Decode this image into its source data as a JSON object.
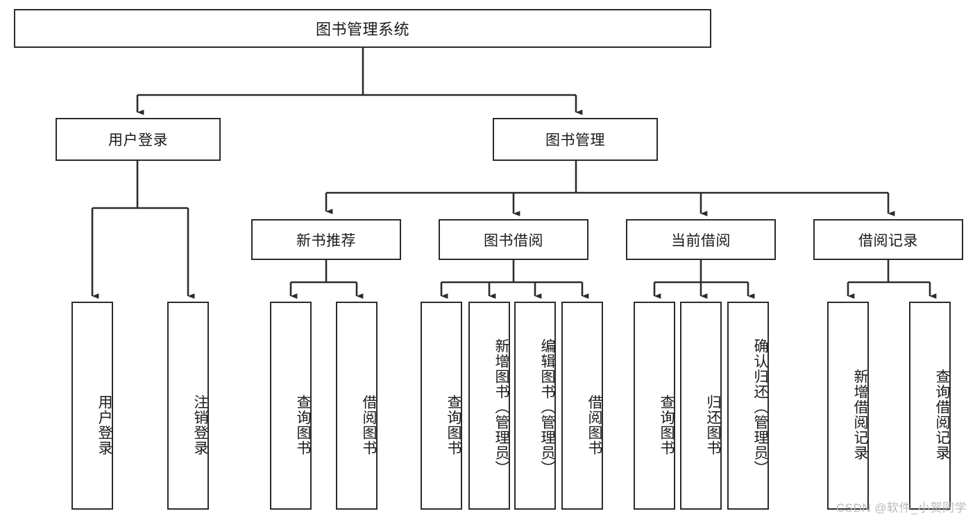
{
  "diagram": {
    "title_node": {
      "label": "图书管理系统"
    },
    "level2": [
      {
        "id": "user-login",
        "label": "用户登录"
      },
      {
        "id": "book-management",
        "label": "图书管理"
      }
    ],
    "level3": [
      {
        "id": "new-book-recommend",
        "label": "新书推荐"
      },
      {
        "id": "book-borrow",
        "label": "图书借阅"
      },
      {
        "id": "current-borrow",
        "label": "当前借阅"
      },
      {
        "id": "borrow-record",
        "label": "借阅记录"
      }
    ],
    "leaves": [
      {
        "id": "leaf-user-login",
        "label": "用户登录",
        "parent": "user-login"
      },
      {
        "id": "leaf-user-logout",
        "label": "注销登录",
        "parent": "user-login"
      },
      {
        "id": "leaf-query-book-1",
        "label": "查询图书",
        "parent": "new-book-recommend"
      },
      {
        "id": "leaf-borrow-book-1",
        "label": "借阅图书",
        "parent": "new-book-recommend"
      },
      {
        "id": "leaf-query-book-2",
        "label": "查询图书",
        "parent": "book-borrow"
      },
      {
        "id": "leaf-add-book",
        "label": "新增图书（管理员）",
        "parent": "book-borrow"
      },
      {
        "id": "leaf-edit-book",
        "label": "编辑图书（管理员）",
        "parent": "book-borrow"
      },
      {
        "id": "leaf-borrow-book-2",
        "label": "借阅图书",
        "parent": "book-borrow"
      },
      {
        "id": "leaf-query-book-3",
        "label": "查询图书",
        "parent": "current-borrow"
      },
      {
        "id": "leaf-return-book",
        "label": "归还图书",
        "parent": "current-borrow"
      },
      {
        "id": "leaf-confirm-return",
        "label": "确认归还（管理员）",
        "parent": "current-borrow"
      },
      {
        "id": "leaf-add-record",
        "label": "新增借阅记录",
        "parent": "borrow-record"
      },
      {
        "id": "leaf-query-record",
        "label": "查询借阅记录",
        "parent": "borrow-record"
      }
    ],
    "watermark": "CSDN @软件_小贺同学",
    "colors": {
      "stroke": "#2b2b2b",
      "background": "#ffffff",
      "text": "#1a1a1a",
      "watermark": "#b9b9b9"
    }
  }
}
